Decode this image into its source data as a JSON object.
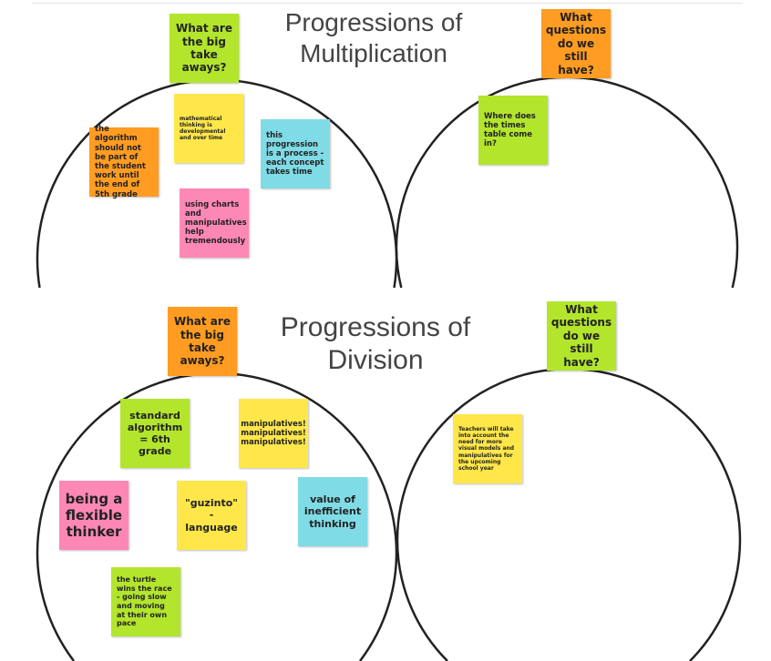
{
  "colors": {
    "green": "#b3e52d",
    "orange": "#ff9c21",
    "yellow": "#ffe74a",
    "cyan": "#7fdbe6",
    "pink": "#fe88b5"
  },
  "multiplication": {
    "title_line1": "Progressions of",
    "title_line2": "Multiplication",
    "takeaways_header": "What are the big take aways?",
    "questions_header": "What questions do we still have?",
    "notes": [
      "the algorithm should not be part of the student work until the end of 5th grade",
      "mathematical thinking is developmental and over time",
      "this progression is a process - each concept takes time",
      "using charts and manipulatives help tremendously"
    ],
    "questions": [
      "Where does the times table come in?"
    ]
  },
  "division": {
    "title_line1": "Progressions of",
    "title_line2": "Division",
    "takeaways_header": "What are the big take aways?",
    "questions_header": "What questions do we still have?",
    "notes": [
      "standard algorithm = 6th grade",
      "manipulatives! manipulatives! manipulatives!",
      "being a flexible thinker",
      "\"guzinto\" - language",
      "value of inefficient thinking",
      "the turtle wins the race - going slow and moving at their own pace"
    ],
    "questions": [
      "Teachers will take into account the need for more visual models and manipulatives for the upcoming school year"
    ]
  }
}
